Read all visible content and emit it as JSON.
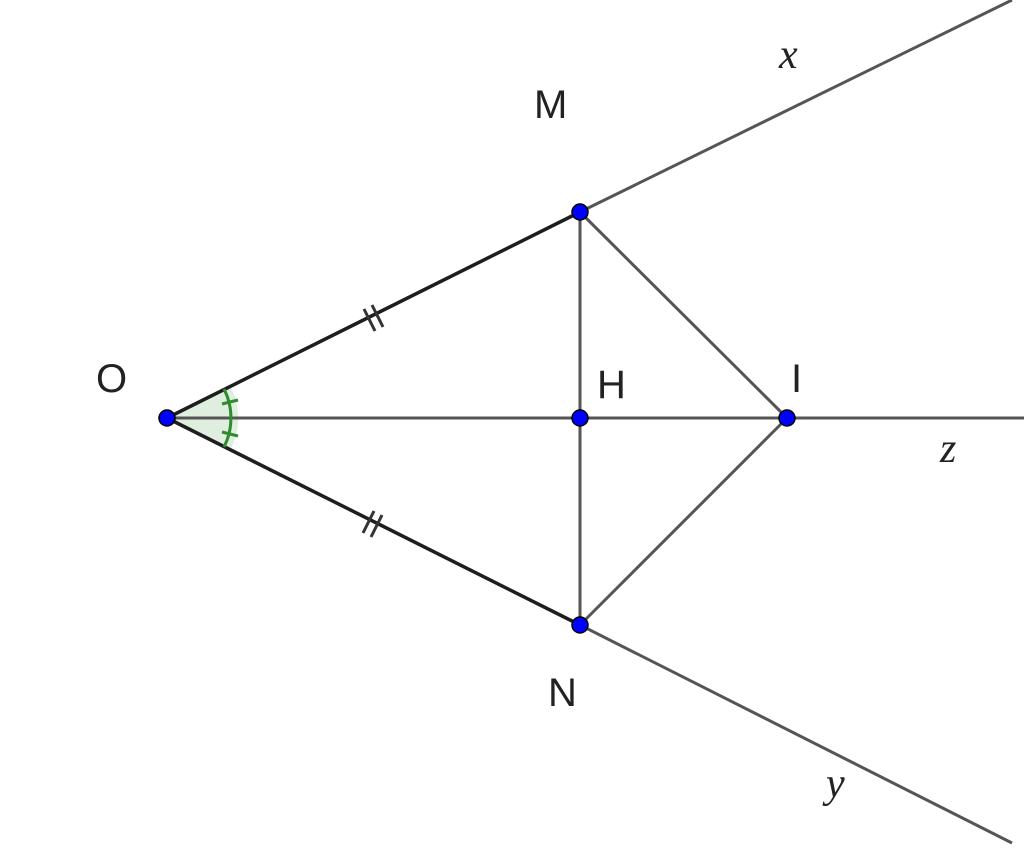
{
  "points": {
    "O": "O",
    "M": "M",
    "N": "N",
    "H": "H",
    "I": "I"
  },
  "rays": {
    "x": "x",
    "y": "y",
    "z": "z"
  },
  "colors": {
    "point_fill": "#0000ff",
    "angle_mark": "#2e8b2e",
    "line": "#555555"
  }
}
